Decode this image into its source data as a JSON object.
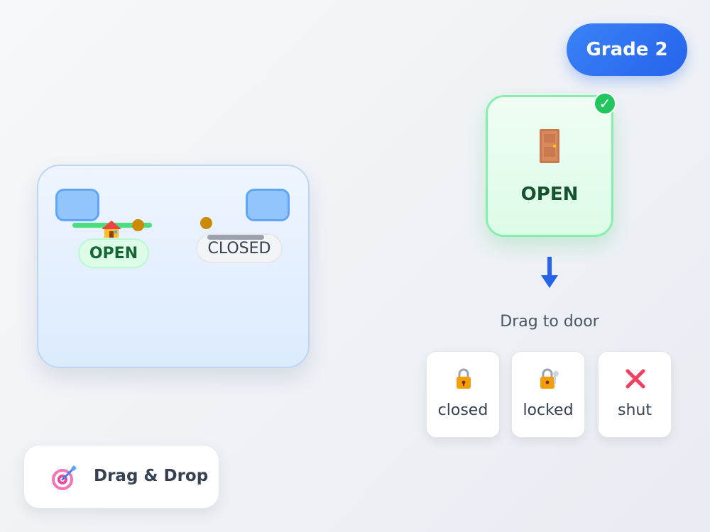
{
  "grade_badge": {
    "label": "Grade 2"
  },
  "scene": {
    "open_label": "OPEN",
    "closed_label": "CLOSED",
    "icons": [
      "house-icon"
    ]
  },
  "target": {
    "word": "OPEN",
    "icon": "door-icon",
    "status_icon": "check-icon",
    "check_glyph": "✓"
  },
  "instruction": "Drag to door",
  "options": [
    {
      "label": "closed",
      "icon": "lock-icon"
    },
    {
      "label": "locked",
      "icon": "lock-with-key-icon"
    },
    {
      "label": "shut",
      "icon": "cross-mark-icon"
    }
  ],
  "mode_chip": {
    "label": "Drag & Drop",
    "icon": "target-icon"
  },
  "colors": {
    "accent_blue": "#2563eb",
    "success_green": "#22c55e",
    "open_text": "#166534",
    "card_border_green": "#86efac"
  }
}
